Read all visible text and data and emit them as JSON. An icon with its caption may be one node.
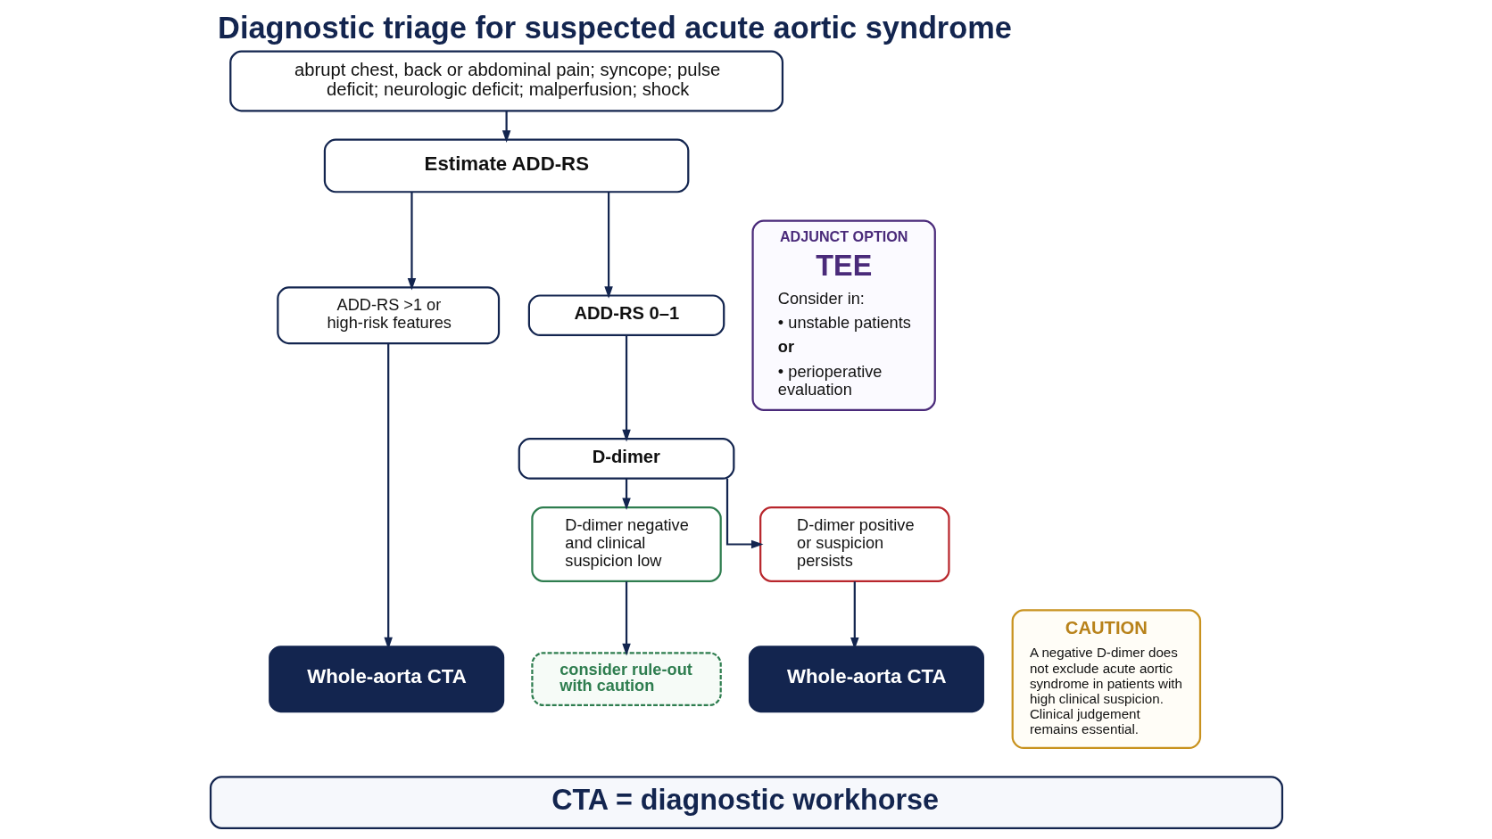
{
  "diagram": {
    "title": "Diagnostic triage for suspected acute aortic syndrome",
    "nodes": [
      {
        "text": [
          "abrupt chest, back or abdominal pain; syncope; pulse deficit; neurologic deficit; malperfusion; shock"
        ]
      },
      {
        "text": [
          "Estimate ADD-RS"
        ]
      },
      {
        "text": [
          "ADD-RS >1 or high-risk features"
        ]
      },
      {
        "text": [
          "ADD-RS 0–1"
        ]
      },
      {
        "text": [
          "D-dimer"
        ]
      },
      {
        "text": [
          "D-dimer negative and clinical suspicion low"
        ]
      },
      {
        "text": [
          "D-dimer positive or suspicion persists"
        ]
      },
      {
        "text": [
          "Whole-aorta CTA"
        ]
      },
      {
        "text": [
          "consider rule-out with caution"
        ]
      },
      {
        "text": [
          "Whole-aorta CTA"
        ]
      },
      {
        "text": [
          "ADJUNCT OPTION",
          "TEE",
          "Consider in:",
          "• unstable patients",
          "or",
          "• perioperative evaluation"
        ]
      },
      {
        "text": [
          "CAUTION",
          "A negative D-dimer does not exclude acute aortic syndrome in patients with high clinical suspicion. Clinical judgement remains essential."
        ]
      },
      {
        "text": [
          "CTA = diagnostic workhorse"
        ]
      }
    ],
    "edges": [
      {
        "from": 0,
        "to": 1,
        "arrow": "to"
      },
      {
        "from": 1,
        "to": 2,
        "arrow": "to"
      },
      {
        "from": 1,
        "to": 3,
        "arrow": "to"
      },
      {
        "from": 3,
        "to": 4,
        "arrow": "to"
      },
      {
        "from": 4,
        "to": 5,
        "arrow": "to"
      },
      {
        "from": 4,
        "to": 6,
        "arrow": "to"
      },
      {
        "from": 2,
        "to": 7,
        "arrow": "to"
      },
      {
        "from": 5,
        "to": 8,
        "arrow": "to"
      },
      {
        "from": 6,
        "to": 9,
        "arrow": "to"
      }
    ]
  }
}
